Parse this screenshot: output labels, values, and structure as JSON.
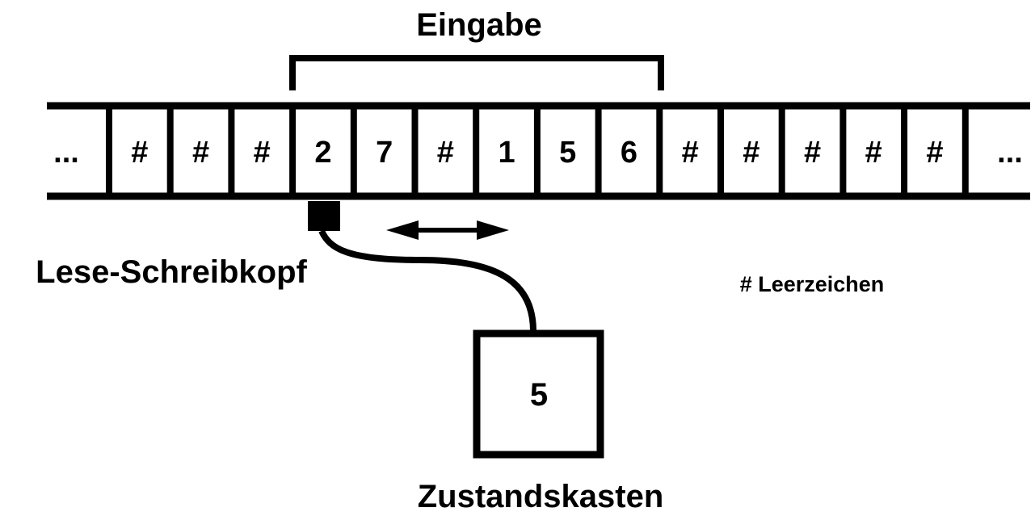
{
  "labels": {
    "input": "Eingabe",
    "head": "Lese-Schreibkopf",
    "state_box": "Zustandskasten",
    "legend": "# Leerzeichen"
  },
  "tape": {
    "left_ellipsis": "...",
    "right_ellipsis": "...",
    "cells": [
      "#",
      "#",
      "#",
      "2",
      "7",
      "#",
      "1",
      "5",
      "6",
      "#",
      "#",
      "#",
      "#",
      "#"
    ]
  },
  "state": {
    "value": "5"
  }
}
